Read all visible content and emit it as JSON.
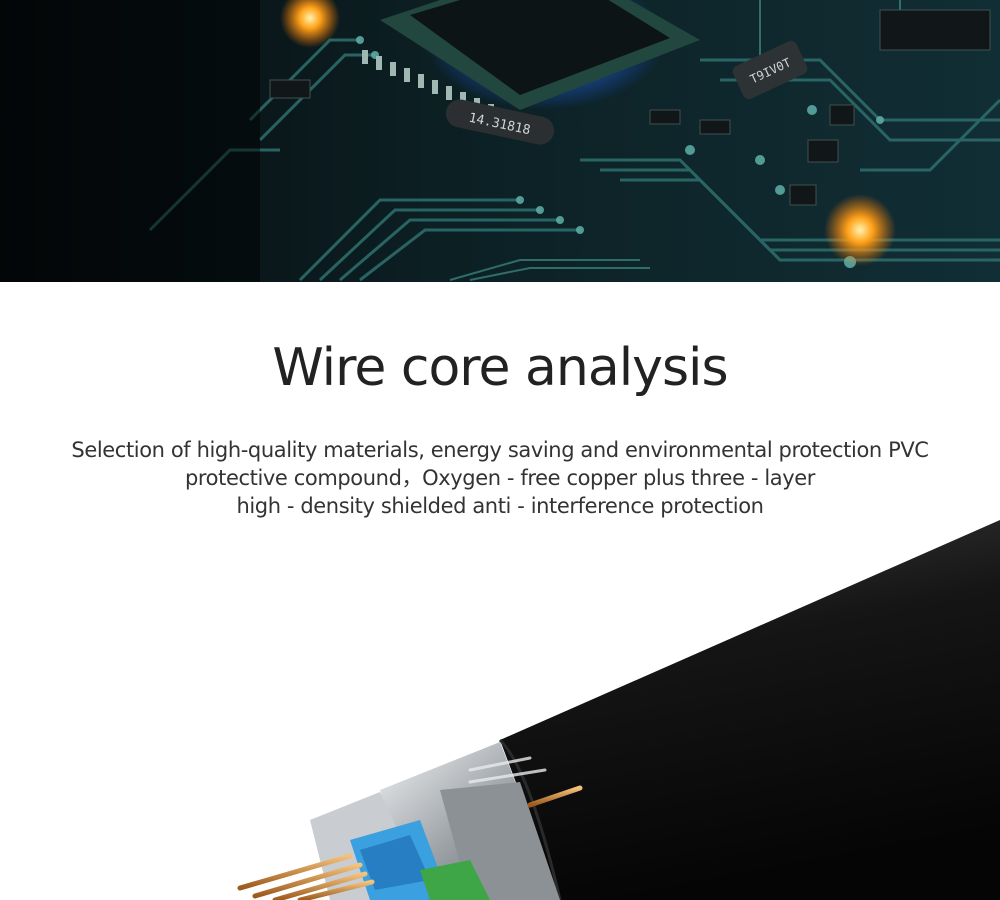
{
  "hero": {
    "chip_labels": [
      "14.31818",
      "T9IV0T"
    ],
    "image_theme": "circuit-board"
  },
  "section": {
    "title": "Wire core analysis",
    "description_lines": [
      "Selection of high-quality materials, energy saving and environmental protection PVC",
      "protective compound，Oxygen - free copper plus three - layer",
      "high - density shielded anti - interference protection"
    ]
  },
  "cable_image": {
    "theme": "shielded-cable-cross-section",
    "colors": {
      "jacket": "#1a1a1a",
      "shield": "#b9bcc0",
      "copper": "#c8853a",
      "blue_core": "#2f7fc8",
      "green_core": "#3fa648"
    }
  }
}
